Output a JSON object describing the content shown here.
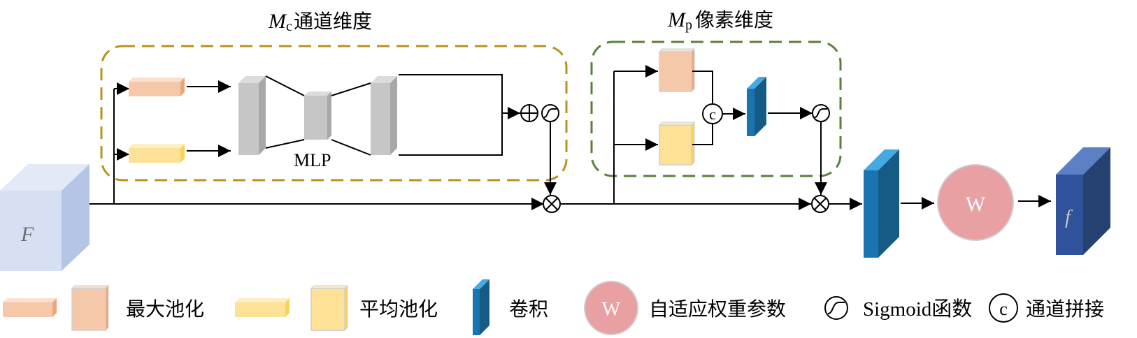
{
  "titles": {
    "channel_symbol": "M",
    "channel_subscript": "c",
    "channel_label": "通道维度",
    "pixel_symbol": "M",
    "pixel_subscript": "p",
    "pixel_label": "像素维度"
  },
  "nodes": {
    "input_label": "F",
    "output_label": "f",
    "mlp_label": "MLP",
    "weight_label": "W",
    "concat_label": "c"
  },
  "legend": {
    "max_pool": "最大池化",
    "avg_pool": "平均池化",
    "conv": "卷积",
    "weight_symbol": "W",
    "weight": "自适应权重参数",
    "sigmoid": "Sigmoid函数",
    "concat_symbol": "c",
    "concat": "通道拼接"
  },
  "colors": {
    "channel_box_border": "#b8921e",
    "pixel_box_border": "#5b7f3a",
    "max_pool": "#f5c8aa",
    "avg_pool": "#fde196",
    "conv": "#1a74b0",
    "weight_circle": "#e9a0a2",
    "input_cube": "#d7e0f2",
    "output_cube": "#30529a",
    "mlp_gray": "#c6c6c6"
  }
}
